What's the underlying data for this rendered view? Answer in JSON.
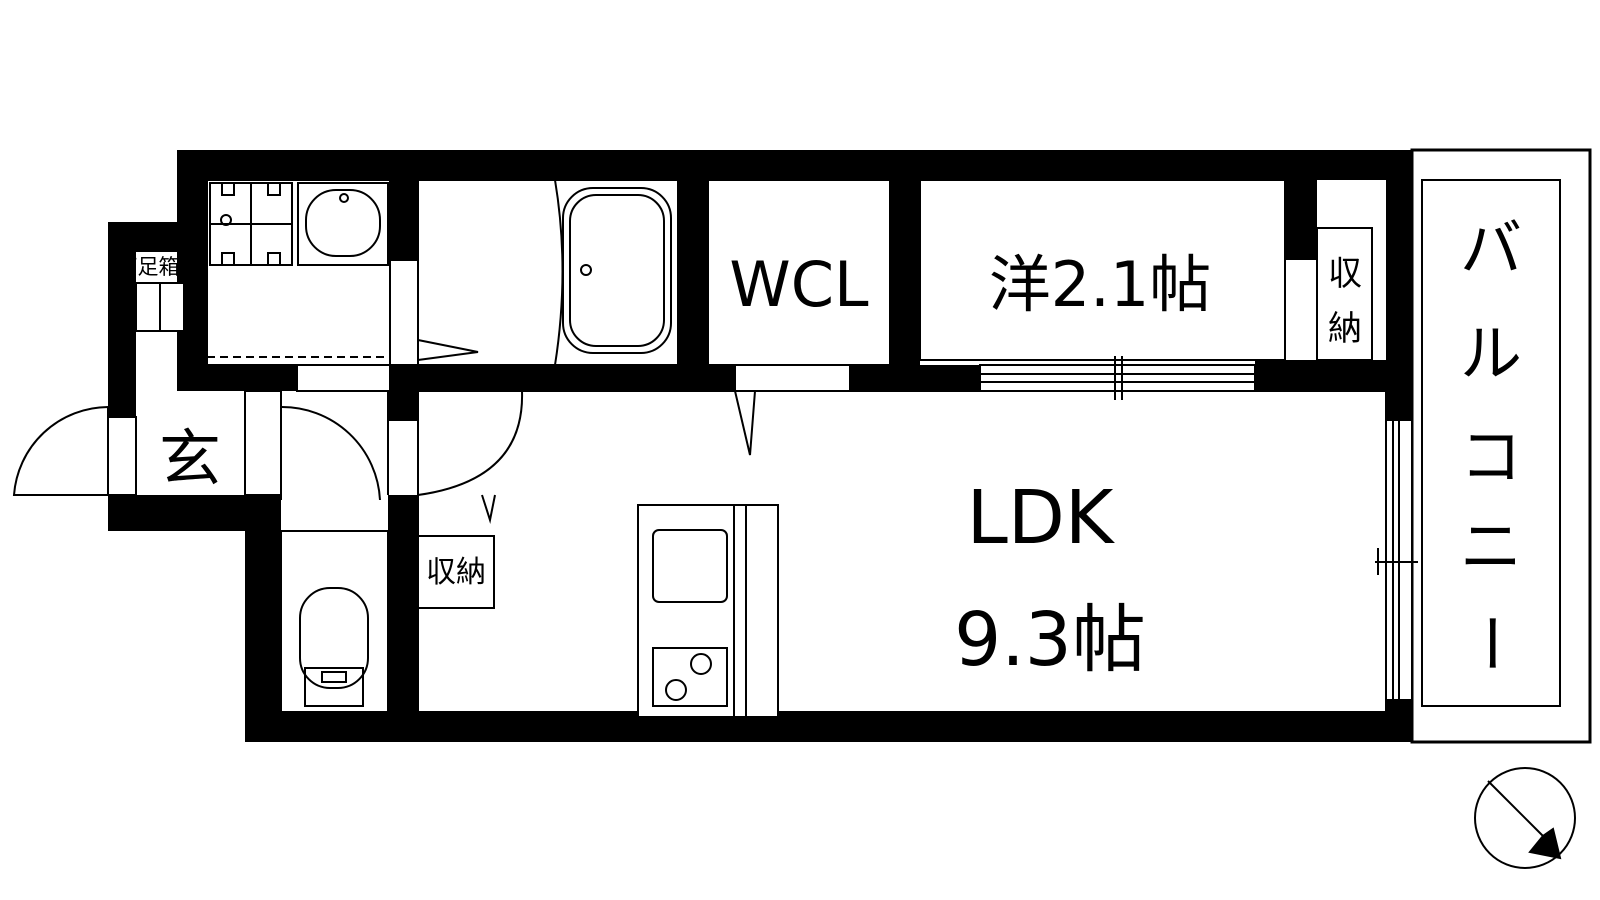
{
  "floorplan": {
    "rooms": {
      "ldk_name": "LDK",
      "ldk_size": "9.3帖",
      "western_room": "洋2.1帖",
      "wcl": "WCL",
      "storage_bedroom": [
        "収",
        "納"
      ],
      "storage_hall": "収納",
      "entrance": "玄",
      "shoe_box": "下足箱",
      "balcony": [
        "バ",
        "ル",
        "コ",
        "ニ",
        "ー"
      ]
    },
    "compass": {
      "direction": "south-east"
    }
  }
}
